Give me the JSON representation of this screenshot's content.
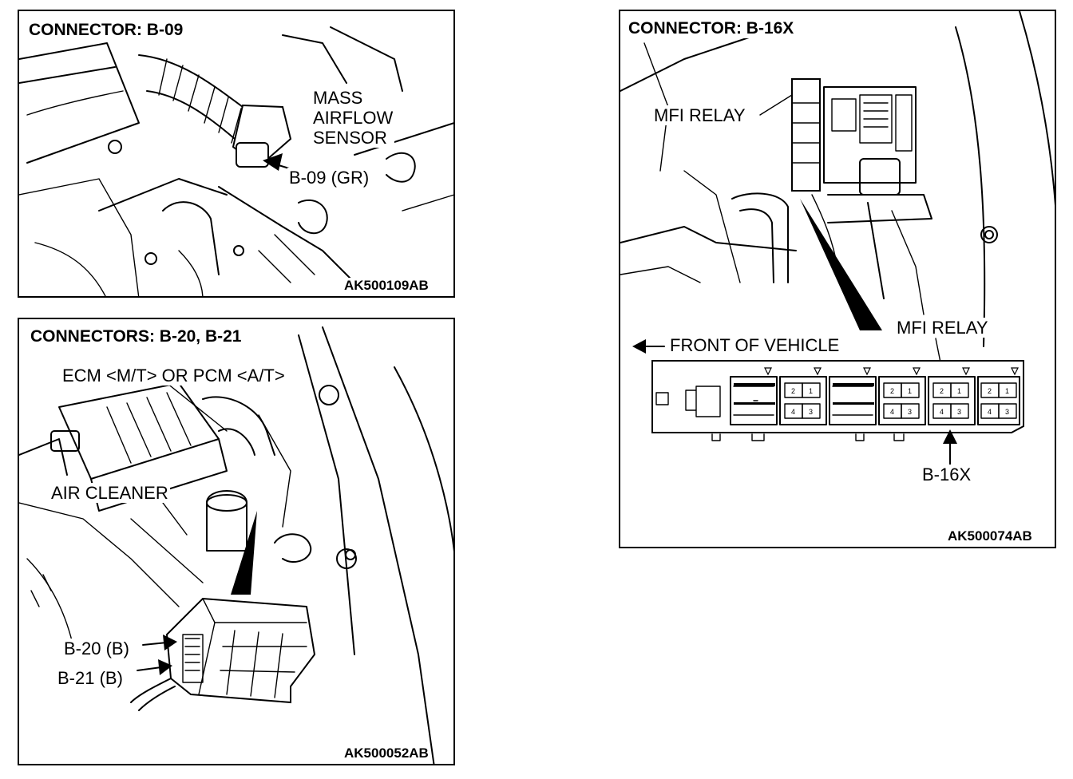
{
  "panel_b09": {
    "title": "CONNECTOR: B-09",
    "label_sensor": "MASS\nAIRFLOW\nSENSOR",
    "label_connector": "B-09 (GR)",
    "code": "AK500109AB"
  },
  "panel_b20_b21": {
    "title": "CONNECTORS: B-20, B-21",
    "label_ecm": "ECM <M/T> OR PCM <A/T>",
    "label_air_cleaner": "AIR CLEANER",
    "label_b20": "B-20 (B)",
    "label_b21": "B-21 (B)",
    "code": "AK500052AB"
  },
  "panel_b16x": {
    "title": "CONNECTOR: B-16X",
    "label_mfi_relay_top": "MFI RELAY",
    "label_mfi_relay_detail": "MFI RELAY",
    "label_front": "FRONT OF VEHICLE",
    "label_b16x": "B-16X",
    "code": "AK500074AB",
    "relay_pins": [
      "2",
      "1",
      "4",
      "3"
    ]
  }
}
